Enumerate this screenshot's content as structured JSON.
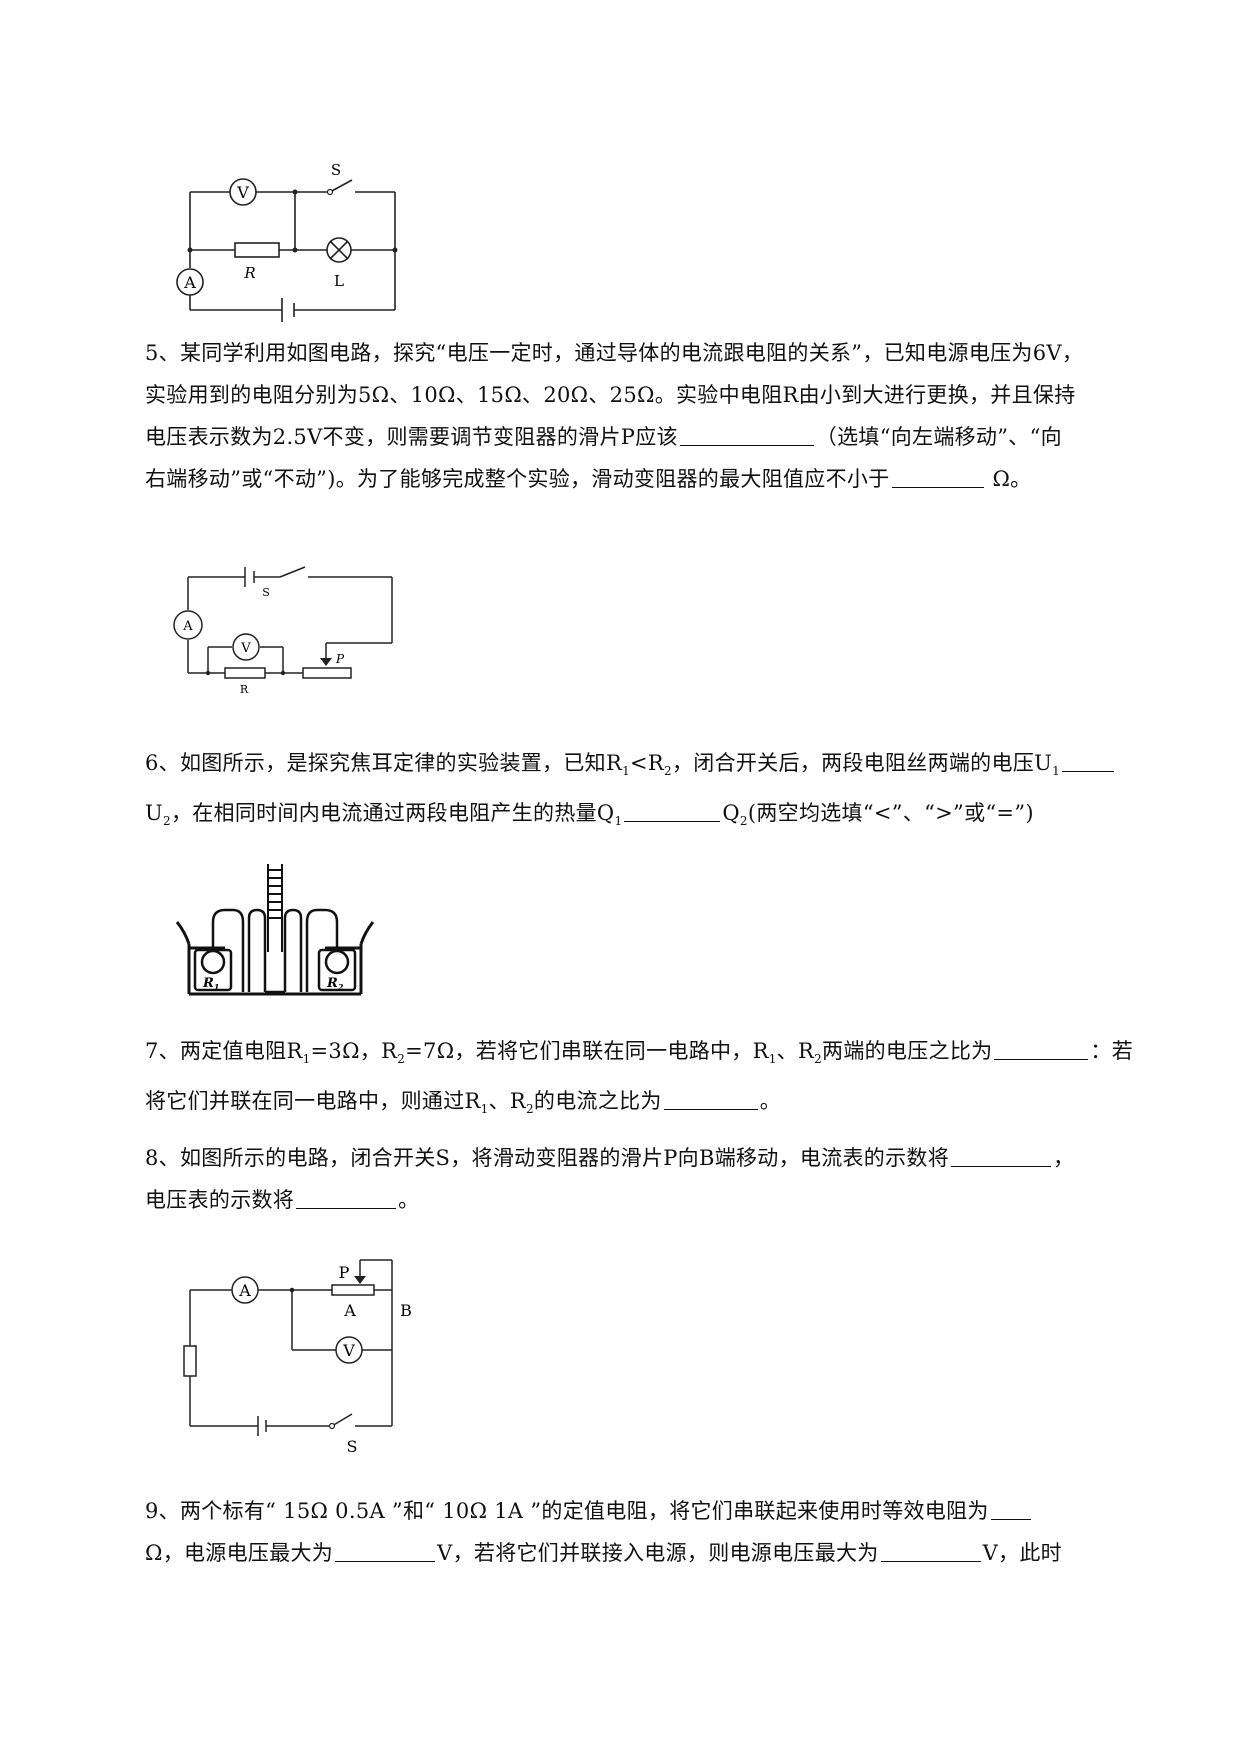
{
  "fig_q4": {
    "voltmeter": "V",
    "ammeter": "A",
    "switch": "S",
    "resistor": "R",
    "lamp": "L"
  },
  "q5": {
    "l1": "5、某同学利用如图电路，探究“电压一定时，通过导体的电流跟电阻的关系”，已知电源电压为6V，",
    "l2": "实验用到的电阻分别为5Ω、10Ω、15Ω、20Ω、25Ω。实验中电阻R由小到大进行更换，并且保持",
    "l3a": "电压表示数为2.5V不变，则需要调节变阻器的滑片P应该",
    "l3b": "（选填“向左端移动”、“向",
    "l4a": "右端移动”或“不动”)。为了能够完成整个实验，滑动变阻器的最大阻值应不小于",
    "l4b": " Ω。"
  },
  "fig_q5": {
    "ammeter": "A",
    "voltmeter": "V",
    "switch": "S",
    "resistor": "R",
    "slider": "P"
  },
  "q6": {
    "l1a": "6、如图所示，是探究焦耳定律的实验装置，已知R",
    "l1s1": "1",
    "l1b": "<R",
    "l1s2": "2",
    "l1c": "，闭合开关后，两段电阻丝两端的电压U",
    "l1s3": "1",
    "l2a": "U",
    "l2s1": "2",
    "l2b": "，在相同时间内电流通过两段电阻产生的热量Q",
    "l2s2": "1",
    "l2c": "Q",
    "l2s3": "2",
    "l2d": "(两空均选填“<”、“>”或“=”)"
  },
  "fig_q6": {
    "r1": "R",
    "r1s": "1",
    "r2": "R",
    "r2s": "2"
  },
  "q7": {
    "l1a": "7、两定值电阻R",
    "l1s1": "1",
    "l1b": "=3Ω，R",
    "l1s2": "2",
    "l1c": "=7Ω，若将它们串联在同一电路中，R",
    "l1s3": "1",
    "l1d": "、R",
    "l1s4": "2",
    "l1e": "两端的电压之比为",
    "l1f": "：若",
    "l2a": "将它们并联在同一电路中，则通过R",
    "l2s1": "1",
    "l2b": "、R",
    "l2s2": "2",
    "l2c": "的电流之比为",
    "l2d": "。"
  },
  "q8": {
    "l1a": "8、如图所示的电路，闭合开关S，将滑动变阻器的滑片P向B端移动，电流表的示数将",
    "l1b": "，",
    "l2a": "电压表的示数将",
    "l2b": "。"
  },
  "fig_q8": {
    "ammeter": "A",
    "voltmeter": "V",
    "switch": "S",
    "slider": "P",
    "end_a": "A",
    "end_b": "B"
  },
  "q9": {
    "l1a": "9、两个标有“ 15Ω 0.5A ”和“ 10Ω 1A ”的定值电阻，将它们串联起来使用时等效电阻为",
    "l2a": "Ω，电源电压最大为",
    "l2b": "V，若将它们并联接入电源，则电源电压最大为",
    "l2c": "V，此时"
  }
}
